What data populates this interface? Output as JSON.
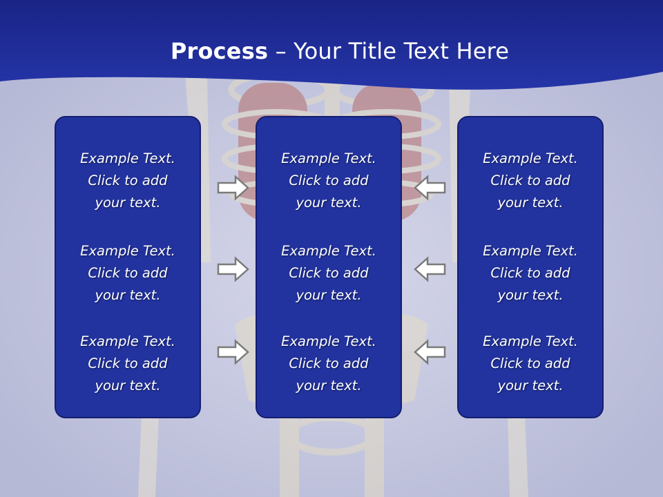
{
  "title": {
    "bold": "Process",
    "rest": " – Your Title Text Here"
  },
  "colors": {
    "header": "#1f2d9c",
    "panel_fill": "#2233a0",
    "panel_border": "#141e6e",
    "arrow_fill": "#ffffff",
    "arrow_stroke": "#7a7a7a",
    "background": "#c4c6e0"
  },
  "panels": [
    {
      "name": "left",
      "items": [
        [
          "Example Text.",
          "Click  to add",
          "your text."
        ],
        [
          "Example Text.",
          "Click  to add",
          "your text."
        ],
        [
          "Example Text.",
          "Click  to add",
          "your text."
        ]
      ]
    },
    {
      "name": "center",
      "items": [
        [
          "Example Text.",
          "Click  to add",
          "your text."
        ],
        [
          "Example Text.",
          "Click  to add",
          "your text."
        ],
        [
          "Example Text.",
          "Click  to add",
          "your text."
        ]
      ]
    },
    {
      "name": "right",
      "items": [
        [
          "Example Text.",
          "Click  to add",
          "your text."
        ],
        [
          "Example Text.",
          "Click  to add",
          "your text."
        ],
        [
          "Example Text.",
          "Click  to add",
          "your text."
        ]
      ]
    }
  ],
  "arrows": {
    "left_column": [
      "right-arrow-icon",
      "right-arrow-icon",
      "right-arrow-icon"
    ],
    "right_column": [
      "left-arrow-icon",
      "left-arrow-icon",
      "left-arrow-icon"
    ]
  },
  "background_image": "skeleton-torso-illustration"
}
